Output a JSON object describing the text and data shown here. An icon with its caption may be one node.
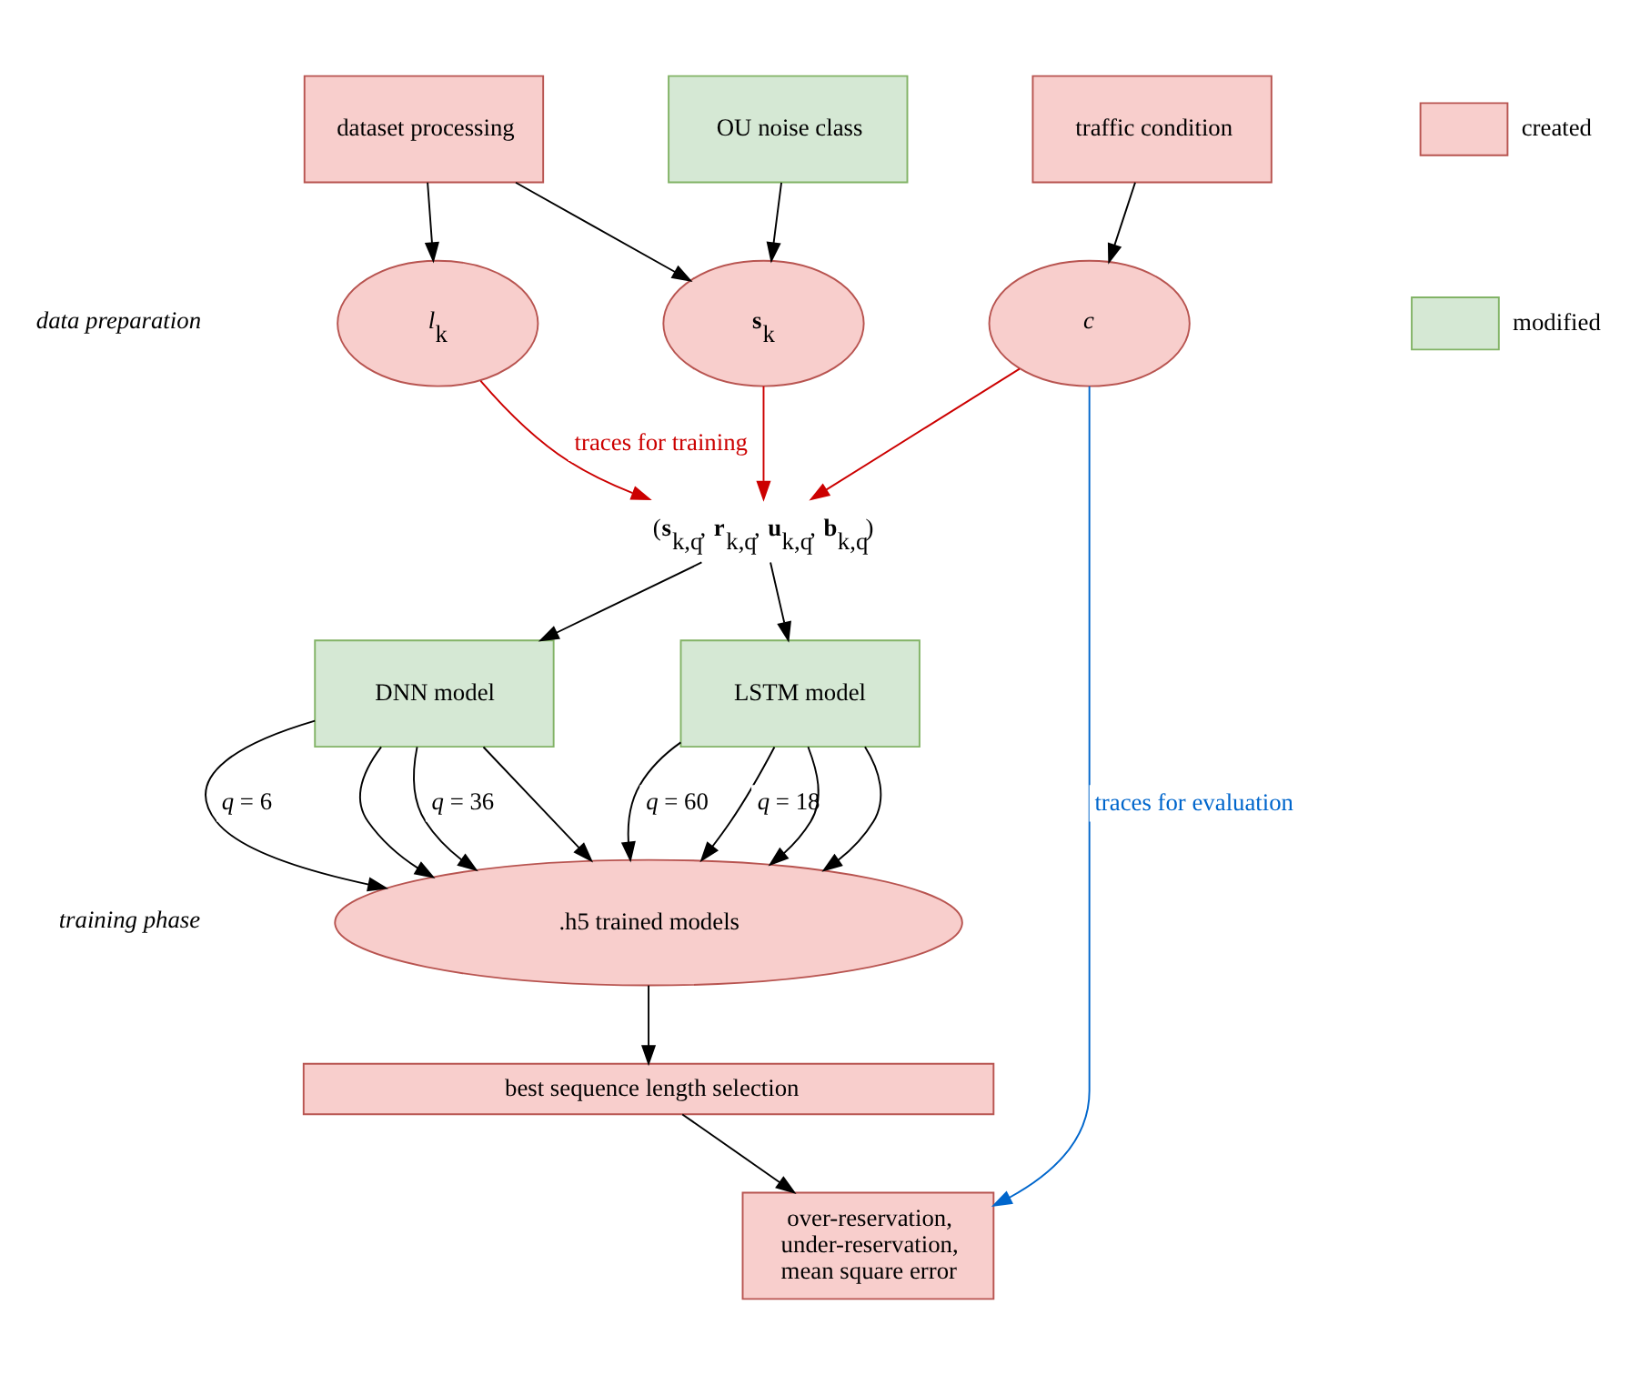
{
  "diagram": {
    "nodes": [
      {
        "text": [
          "dataset processing"
        ]
      },
      {
        "text": [
          "OU noise class"
        ]
      },
      {
        "text": [
          "traffic condition"
        ]
      },
      {
        "text": [
          "*l*$_{k}$"
        ]
      },
      {
        "text": [
          "**s**$_{k}$"
        ]
      },
      {
        "text": [
          "*c*"
        ]
      },
      {
        "text": [
          "(**s**$_{k,q}$, **r**$_{k,q}$, **u**$_{k,q}$, **b**$_{k,q}$)"
        ]
      },
      {
        "text": [
          "over-reservation, under-reservation, mean square error"
        ]
      },
      {
        "text": [
          "DNN model"
        ]
      },
      {
        "text": [
          "LSTM model"
        ]
      },
      {
        "text": [
          ".h5 trained models"
        ]
      },
      {
        "text": [
          "best sequence length selection"
        ]
      }
    ],
    "edges": [
      {
        "from": 0,
        "to": 3,
        "arrow": "to"
      },
      {
        "from": 0,
        "to": 4,
        "arrow": "to"
      },
      {
        "from": 1,
        "to": 4,
        "arrow": "to"
      },
      {
        "from": 2,
        "to": 5,
        "arrow": "to"
      },
      {
        "from": 3,
        "to": 6,
        "arrow": "to",
        "label": "traces for training",
        "color": "#cc0000"
      },
      {
        "from": 4,
        "to": 6,
        "arrow": "to",
        "color": "#cc0000"
      },
      {
        "from": 5,
        "to": 6,
        "arrow": "to",
        "color": "#cc0000"
      },
      {
        "from": 5,
        "to": 7,
        "arrow": "to",
        "label": "traces for evaluation",
        "color": "#0066cc"
      },
      {
        "from": 6,
        "to": 8,
        "arrow": "to"
      },
      {
        "from": 6,
        "to": 9,
        "arrow": "to"
      },
      {
        "from": 8,
        "to": 10,
        "arrow": "to",
        "label": "*q* = 6"
      },
      {
        "from": 8,
        "to": 10,
        "arrow": "to"
      },
      {
        "from": 8,
        "to": 10,
        "arrow": "to",
        "label": "*q* = 36"
      },
      {
        "from": 8,
        "to": 10,
        "arrow": "to"
      },
      {
        "from": 9,
        "to": 10,
        "arrow": "to",
        "label": "*q* = 18"
      },
      {
        "from": 9,
        "to": 10,
        "arrow": "to"
      },
      {
        "from": 9,
        "to": 10,
        "arrow": "to"
      },
      {
        "from": 9,
        "to": 10,
        "arrow": "to",
        "label": "*q* = 60"
      },
      {
        "from": 10,
        "to": 11,
        "arrow": "to"
      },
      {
        "from": 11,
        "to": 7,
        "arrow": "to"
      }
    ],
    "labels": [
      "data preparation",
      "training phase"
    ],
    "legend": [
      {
        "text": "created",
        "color": "#f8cecc"
      },
      {
        "text": "modified",
        "color": "#d5e8d4"
      }
    ]
  }
}
